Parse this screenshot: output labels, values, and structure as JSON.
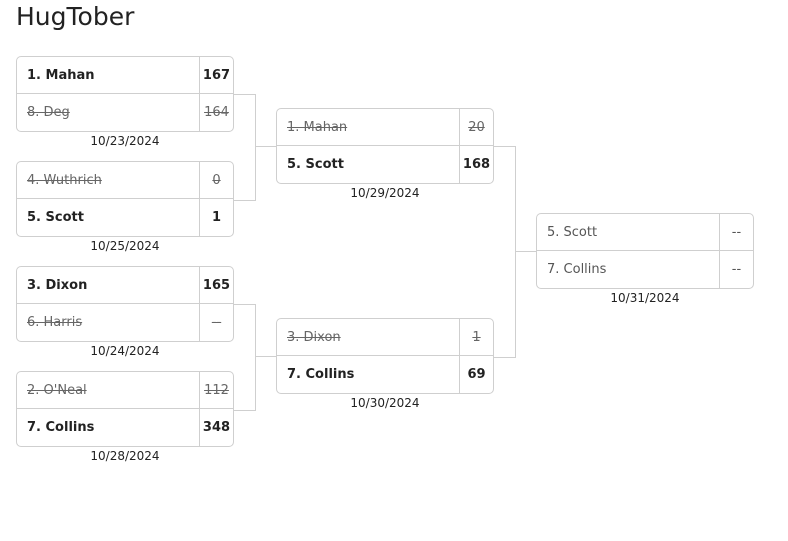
{
  "title": "HugTober",
  "rounds": {
    "quarterfinals": [
      {
        "date": "10/23/2024",
        "top": {
          "name": "1. Mahan",
          "score": "167"
        },
        "bottom": {
          "name": "8. Deg",
          "score": "164"
        }
      },
      {
        "date": "10/25/2024",
        "top": {
          "name": "4. Wuthrich",
          "score": "0"
        },
        "bottom": {
          "name": "5. Scott",
          "score": "1"
        }
      },
      {
        "date": "10/24/2024",
        "top": {
          "name": "3. Dixon",
          "score": "165"
        },
        "bottom": {
          "name": "6. Harris",
          "score": "--"
        }
      },
      {
        "date": "10/28/2024",
        "top": {
          "name": "2. O'Neal",
          "score": "112"
        },
        "bottom": {
          "name": "7. Collins",
          "score": "348"
        }
      }
    ],
    "semifinals": [
      {
        "date": "10/29/2024",
        "top": {
          "name": "1. Mahan",
          "score": "20"
        },
        "bottom": {
          "name": "5. Scott",
          "score": "168"
        }
      },
      {
        "date": "10/30/2024",
        "top": {
          "name": "3. Dixon",
          "score": "1"
        },
        "bottom": {
          "name": "7. Collins",
          "score": "69"
        }
      }
    ],
    "final": {
      "date": "10/31/2024",
      "top": {
        "name": "5. Scott",
        "score": "--"
      },
      "bottom": {
        "name": "7. Collins",
        "score": "--"
      }
    }
  }
}
